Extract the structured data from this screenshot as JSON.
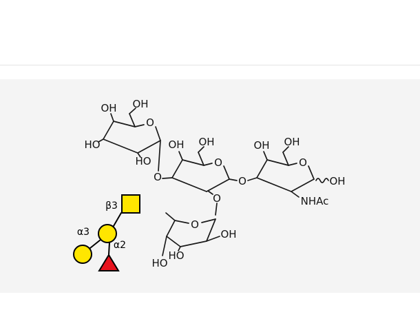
{
  "page": {
    "background": "#ffffff",
    "panel_background": "#f4f4f4",
    "divider_color": "#e4e4e4",
    "bond_color": "#1a1a1a"
  },
  "molecule": {
    "ring1": {
      "o": "O",
      "oh_top_left": "OH",
      "oh_top_right": "OH",
      "ho_left": "HO",
      "ho_bottom": "HO"
    },
    "ring2": {
      "o": "O",
      "oh_top_left": "OH",
      "oh_top_right": "OH"
    },
    "ring3": {
      "o": "O",
      "oh_top_left": "OH",
      "oh_top_right": "OH",
      "oh_anomeric": "OH",
      "nhac_label": "NHAc"
    },
    "ring4": {
      "o": "O",
      "oh_right": "OH",
      "ho_bottom_left": "HO",
      "ho_bottom": "HO"
    },
    "glycosidic_o_left": "O",
    "glycosidic_o_right": "O",
    "glycosidic_o_down": "O"
  },
  "snfg": {
    "linkage_b3": "β3",
    "linkage_a3": "α3",
    "linkage_a2": "α2",
    "yellow": "#ffe600",
    "red": "#e8131d",
    "outline": "#000000"
  }
}
